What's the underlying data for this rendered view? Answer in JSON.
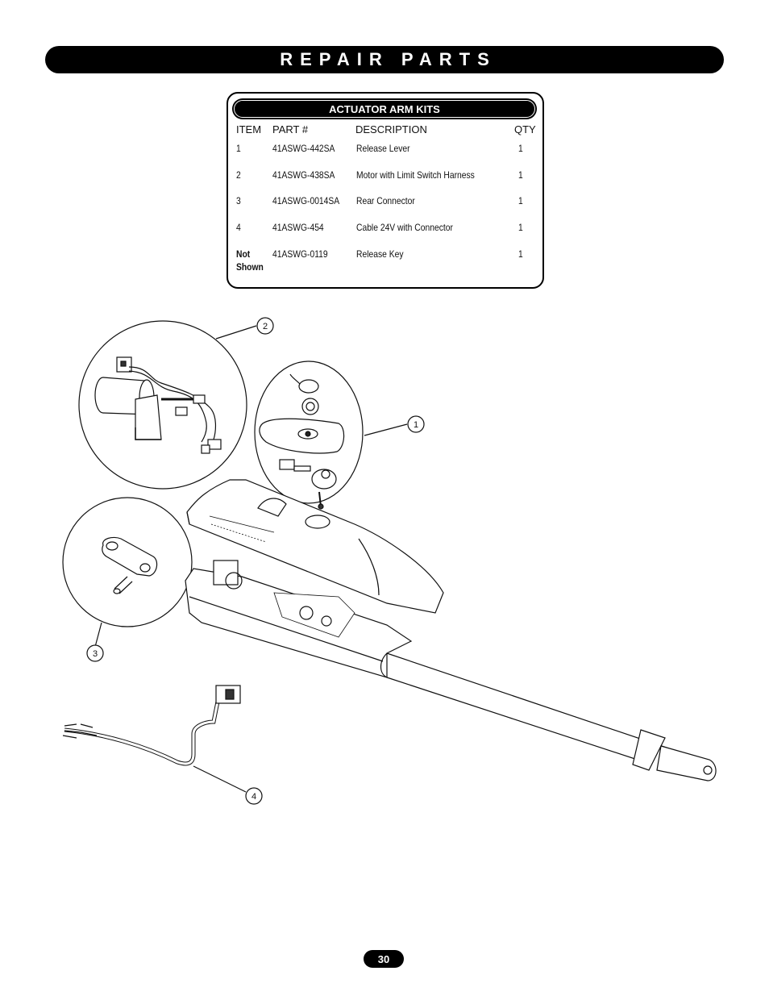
{
  "header": {
    "title": "REPAIR PARTS"
  },
  "table": {
    "title": "ACTUATOR ARM KITS",
    "columns": {
      "item": "ITEM",
      "part": "PART #",
      "description": "DESCRIPTION",
      "qty": "QTY"
    },
    "rows": [
      {
        "item": "1",
        "item2": "",
        "part": "41ASWG-442SA",
        "description": "Release Lever",
        "qty": "1"
      },
      {
        "item": "2",
        "item2": "",
        "part": "41ASWG-438SA",
        "description": "Motor with Limit Switch Harness",
        "qty": "1"
      },
      {
        "item": "3",
        "item2": "",
        "part": "41ASWG-0014SA",
        "description": "Rear Connector",
        "qty": "1"
      },
      {
        "item": "4",
        "item2": "",
        "part": "41ASWG-454",
        "description": "Cable 24V with Connector",
        "qty": "1"
      },
      {
        "item": "Not",
        "item2": "Shown",
        "part": "41ASWG-0119",
        "description": "Release Key",
        "qty": "1"
      }
    ]
  },
  "callouts": {
    "c1": "1",
    "c2": "2",
    "c3": "3",
    "c4": "4"
  },
  "footer": {
    "page_number": "30"
  }
}
